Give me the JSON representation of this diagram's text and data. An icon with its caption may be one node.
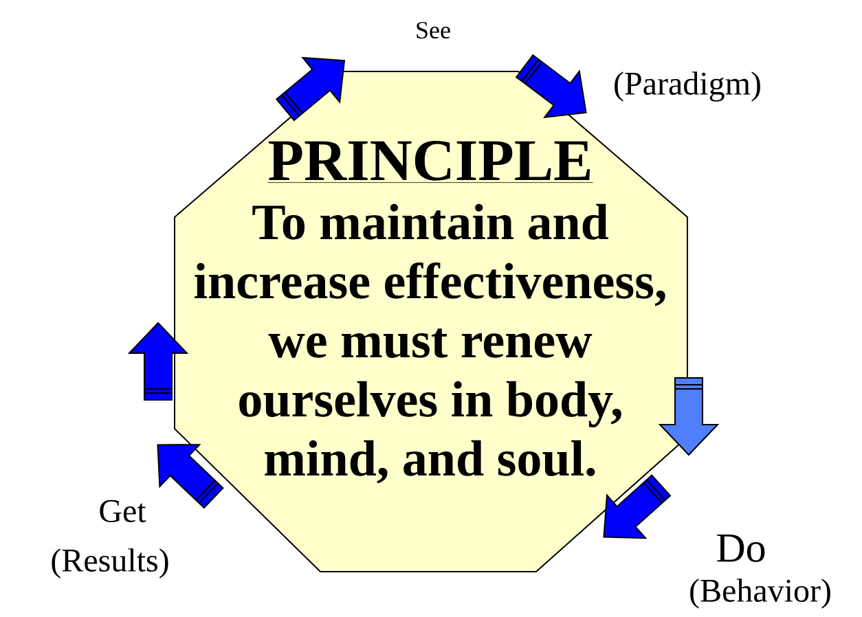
{
  "diagram": {
    "nodes": [
      {
        "text": [
          "PRINCIPLE",
          "To maintain and increase effectiveness, we must renew ourselves in body, mind, and soul."
        ]
      }
    ],
    "labels": [
      "See",
      "(Paradigm)",
      "Do",
      "(Behavior)",
      "Get",
      "(Results)"
    ]
  }
}
